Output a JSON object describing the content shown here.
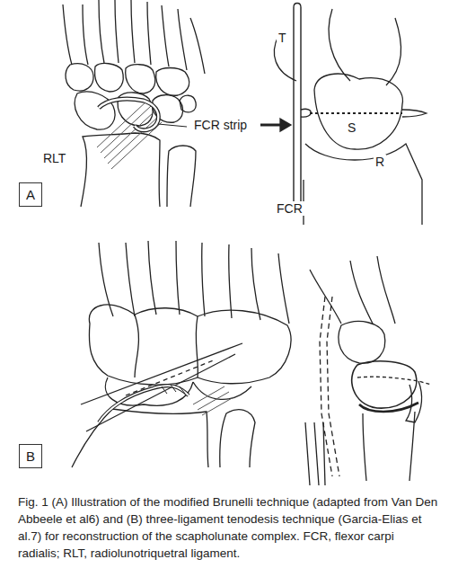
{
  "diagram": {
    "caption": "Fig. 1 (A) Illustration of the modified Brunelli technique (adapted from Van Den Abbeele et al6) and (B) three-ligament tenodesis technique (Garcia-Elias et al.7) for reconstruction of the scapholunate complex. FCR, flexor carpi radialis; RLT, radiolunotriquetral ligament.",
    "nodes": [
      {
        "text": [
          "A"
        ]
      },
      {
        "text": [
          "B"
        ]
      }
    ],
    "labels": [
      "FCR strip",
      "RLT",
      "T",
      "S",
      "R",
      "FCR"
    ]
  }
}
